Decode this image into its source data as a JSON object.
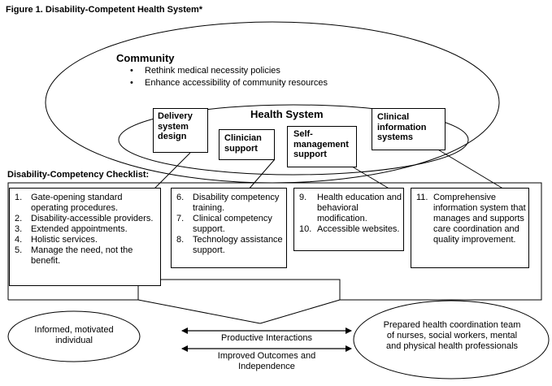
{
  "figure_title": "Figure 1. Disability-Competent Health System*",
  "community": {
    "title": "Community",
    "bullets": [
      "Rethink medical necessity policies",
      "Enhance accessibility of community resources"
    ]
  },
  "health_system": {
    "title": "Health System",
    "components": [
      "Delivery system design",
      "Clinician support",
      "Self-management support",
      "Clinical information systems"
    ]
  },
  "checklist": {
    "title": "Disability-Competency Checklist:",
    "groups": [
      {
        "items": [
          {
            "num": "1.",
            "text": "Gate-opening standard operating procedures."
          },
          {
            "num": "2.",
            "text": "Disability-accessible providers."
          },
          {
            "num": "3.",
            "text": "Extended appointments."
          },
          {
            "num": "4.",
            "text": "Holistic services."
          },
          {
            "num": "5.",
            "text": "Manage the need, not the benefit."
          }
        ]
      },
      {
        "items": [
          {
            "num": "6.",
            "text": "Disability competency training."
          },
          {
            "num": "7.",
            "text": "Clinical competency support."
          },
          {
            "num": "8.",
            "text": "Technology assistance support."
          }
        ]
      },
      {
        "items": [
          {
            "num": "9.",
            "text": "Health education and behavioral modification."
          },
          {
            "num": "10.",
            "text": "Accessible websites."
          }
        ]
      },
      {
        "items": [
          {
            "num": "11.",
            "text": "Comprehensive information system that manages and supports care coordination and quality improvement."
          }
        ]
      }
    ]
  },
  "outcomes": {
    "left_oval": "Informed, motivated individual",
    "right_oval": "Prepared health coordination team of nurses, social workers, mental and physical health professionals",
    "interaction_1": "Productive Interactions",
    "interaction_2": "Improved Outcomes and Independence"
  }
}
